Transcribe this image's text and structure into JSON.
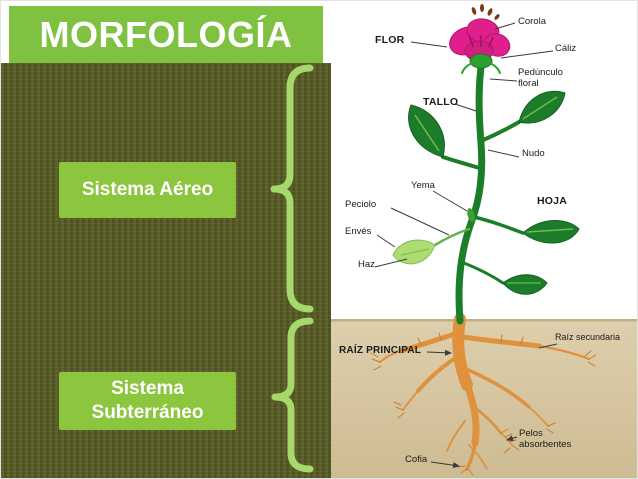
{
  "slide": {
    "title": "MORFOLOGÍA"
  },
  "left_panel": {
    "system_labels": {
      "aereo": "Sistema Aéreo",
      "subterraneo": "Sistema Subterráneo"
    }
  },
  "diagram": {
    "labels": {
      "flor": "FLOR",
      "corola": "Corola",
      "caliz": "Cáliz",
      "pedunculo_floral": "Pedúnculo floral",
      "tallo": "TALLO",
      "nudo": "Nudo",
      "yema": "Yema",
      "peciolo": "Peciolo",
      "hoja": "HOJA",
      "enves": "Envés",
      "haz": "Haz",
      "raiz_principal": "RAÍZ PRINCIPAL",
      "raiz_secundaria": "Raíz secundaria",
      "pelos_absorbentes": "Pelos absorbentes",
      "cofia": "Cofia"
    },
    "palette": {
      "title_green": "#7FC241",
      "box_green": "#8CC63F",
      "brace_green": "#A6D86B",
      "olive_background": "#565B25",
      "soil_tan": "#D8C8A4",
      "flower_pink": "#DF1F8C",
      "stem_green": "#1B7F2A",
      "root_orange": "#E0913C"
    }
  }
}
